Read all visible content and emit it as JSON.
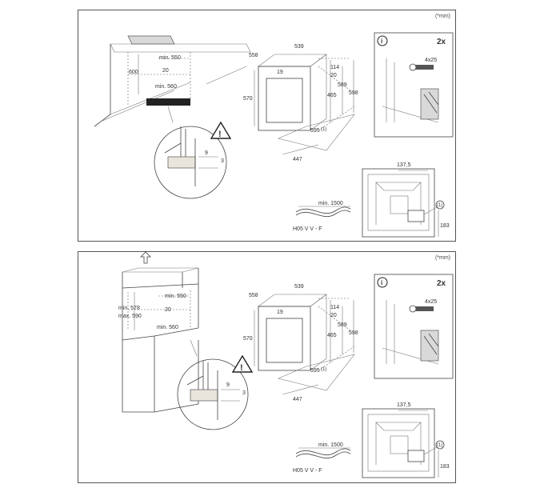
{
  "unit_note": "(*mm)",
  "panels": [
    {
      "id": "top",
      "cabinet": {
        "dims": [
          "600",
          "min. 550",
          "20",
          "min. 560"
        ],
        "detail": [
          "9",
          "3"
        ]
      },
      "oven": {
        "dims": [
          "558",
          "539",
          "19",
          "114",
          "20",
          "570",
          "465",
          "589",
          "598",
          "595",
          "(1)",
          "447"
        ]
      },
      "fixing": {
        "qty": "2x",
        "screws": "4x25",
        "info_icon": "i"
      },
      "cable": {
        "length": "min. 1500",
        "type": "H05 V V - F"
      },
      "rear": {
        "dims": [
          "137,5",
          "183"
        ],
        "marker": "(1)"
      }
    },
    {
      "id": "bottom",
      "cabinet": {
        "dims": [
          "min. 578",
          "max. 590",
          "min. 550",
          "20",
          "min. 560"
        ],
        "detail": [
          "9",
          "3"
        ]
      },
      "oven": {
        "dims": [
          "558",
          "539",
          "19",
          "114",
          "20",
          "570",
          "465",
          "589",
          "598",
          "595",
          "(1)",
          "447"
        ]
      },
      "fixing": {
        "qty": "2x",
        "screws": "4x25",
        "info_icon": "i"
      },
      "cable": {
        "length": "min. 1500",
        "type": "H05 V V - F"
      },
      "rear": {
        "dims": [
          "137,5",
          "183"
        ],
        "marker": "(1)"
      }
    }
  ]
}
